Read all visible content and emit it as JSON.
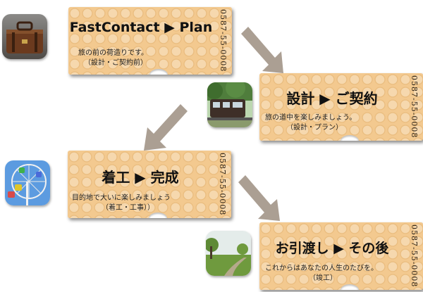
{
  "steps": [
    {
      "title": "FastContact ▶ Plan",
      "line1": "旅の前の荷造りです。",
      "line2": "（設計・ご契約前）",
      "phone": "0587-55-0008",
      "photo": "suitcase-photo"
    },
    {
      "title": "設計  ▶  ご契約",
      "line1": "旅の道中を楽しみましょう。",
      "line2": "（設計・プラン）",
      "phone": "0587-55-0008",
      "photo": "train-photo"
    },
    {
      "title": "着工  ▶  完成",
      "line1": "目的地で大いに楽しみましょう",
      "line2": "（着工・工事））",
      "phone": "0587-55-0008",
      "photo": "ferris-wheel-photo"
    },
    {
      "title": "お引渡し ▶ その後",
      "line1": "これからはあなたの人生のたびを。",
      "line2": "（竣工）",
      "phone": "0587-55-0008",
      "photo": "park-path-photo"
    }
  ],
  "colors": {
    "ticket": "#f3c98f",
    "arrow": "#ab9f93"
  }
}
